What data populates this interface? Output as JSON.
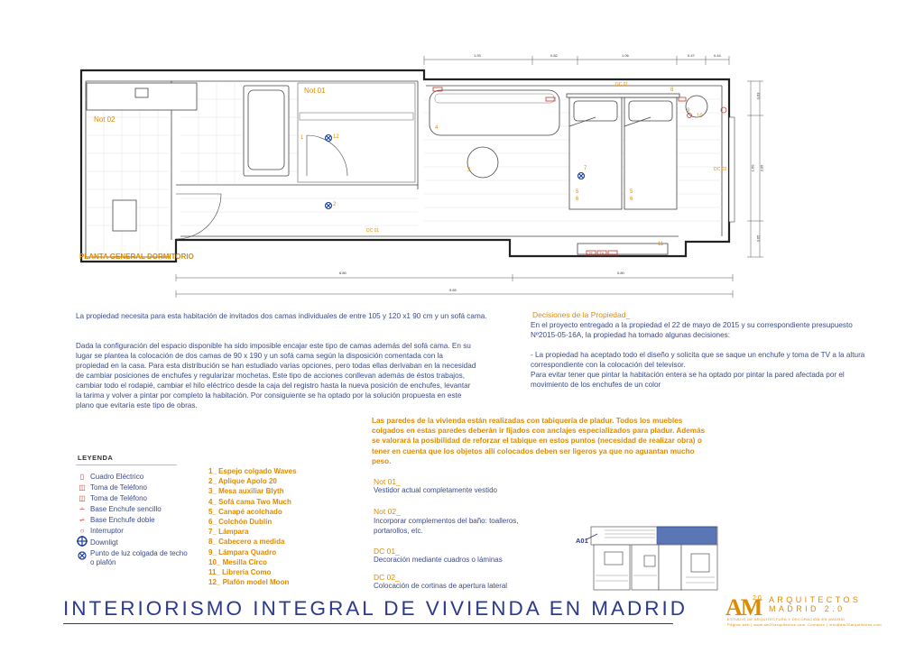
{
  "plan": {
    "title": "PLANTA GENERAL DORMITORIO",
    "labels": {
      "not02": "Not 02",
      "not01": "Not 01",
      "dc01_top": "DC 01",
      "dc01_bottom": "DC 01",
      "dc02": "DC 02"
    },
    "dims_top": [
      "1.93",
      "0.82",
      "1.06",
      "0.47",
      "0.44"
    ],
    "dims_bottom": [
      "6.80",
      "0.80"
    ],
    "dim_total": "9.65",
    "dims_right": [
      "0.63",
      "1.60",
      "3.05",
      "0.65"
    ],
    "markers": [
      "1",
      "2",
      "2",
      "3",
      "4",
      "5",
      "6",
      "7",
      "5",
      "6",
      "8",
      "9",
      "10",
      "11",
      "12"
    ],
    "tv_tf": [
      "TF",
      "TV"
    ]
  },
  "intro": {
    "p1": "La propiedad necesita para esta habitación de invitados dos camas individuales  de entre 105 y 120 x1 90 cm y un sofá cama.",
    "p2": "Dada la configuración del espacio disponible ha sido imposible encajar este tipo de camas además del sofá cama. En su lugar se plantea la colocación de dos camas de 90 x 190 y un sofá cama según la disposición comentada con la propiedad en la casa. Para esta distribución se han estudiado varias opciones, pero todas ellas derivaban en la necesidad de cambiar posiciones de enchufes y regularizar mochetas. Este tipo de acciones conllevan además de éstos trabajos, cambiar todo el rodapié, cambiar el hilo eléctrico desde la caja del registro hasta la nueva posición de enchufes, levantar la tarima y volver a pintar por completo la habitación. Por consiguiente se ha optado por la solución propuesta en este plano que evitaría este tipo de obras."
  },
  "decisions": {
    "title": "Decisiones de la Propiedad_",
    "p1": "En el proyecto entregado a la propiedad el 22 de mayo de 2015  y su correspondiente presupuesto Nº2015-05-16A, la propiedad ha tomado algunas decisiones:",
    "p2": "- La propiedad ha aceptado todo el diseño y solicita que se saque un enchufe y toma de TV a la altura correspondiente con la colocación del televisor.",
    "p3": "Para evitar tener que pintar la habitación entera se ha optado por pintar la pared afectada por el movimiento de los enchufes de un color"
  },
  "warning": "Las paredes de la vivienda están realizadas con tabiquería de pladur. Todos los muebles colgados en estas paredes deberán ir fijados con anclajes especializados para pladur. Además se valorará la posibilidad de reforzar el tabique en estos puntos (necesidad de realizar obra) o tener en cuenta que los objetos allí colocados deben ser ligeros ya que no aguantan mucho peso.",
  "legend": {
    "title": "LEYENDA",
    "items": [
      {
        "icon": "electrical-panel-icon",
        "label": "Cuadro Eléctrico"
      },
      {
        "icon": "phone-socket-icon",
        "label": "Toma de Teléfono"
      },
      {
        "icon": "phone-socket-icon",
        "label": "Toma de Teléfono"
      },
      {
        "icon": "single-socket-icon",
        "label": "Base Enchufe sencillo"
      },
      {
        "icon": "double-socket-icon",
        "label": "Base Enchufe doble"
      },
      {
        "icon": "switch-icon",
        "label": "Interruptor"
      },
      {
        "icon": "downlight-icon",
        "label": "Downligt"
      },
      {
        "icon": "ceiling-light-icon",
        "label": "Punto de luz colgada de techo o plafón"
      }
    ]
  },
  "furniture": [
    "1_ Espejo colgado Waves",
    "2_ Aplique Apolo 20",
    "3_ Mesa auxiliar Blyth",
    "4_ Sofá cama Two Much",
    "5_ Canapé acolchado",
    "6_ Colchón Dublín",
    "7_ Lámpara",
    "8_ Cabecero a medida",
    "9_ Lámpara Quadro",
    "10_ Mesilla Circo",
    "11_ Librería Como",
    "12_ Plafón model Moon"
  ],
  "notes": [
    {
      "head": "Not 01_",
      "text": "Vestidor actual completamente vestido"
    },
    {
      "head": "Not 02_",
      "text": "Incorporar complementos del baño: toalleros, portarollos, etc."
    },
    {
      "head": "DC 01_",
      "text": "Decoración mediante cuadros o láminas"
    },
    {
      "head": "DC 02_",
      "text": "Colocación de cortinas de apertura lateral"
    }
  ],
  "keyplan_label": "A01",
  "footer": {
    "title": "INTERIORISMO INTEGRAL DE VIVIENDA EN MADRID",
    "logo_mark": "AM",
    "logo_sup": "2.0",
    "logo_line1": "ARQUITECTOS",
    "logo_line2": "MADRID 2.0",
    "logo_sub": "ESTUDIO DE ARQUITECTURA Y DECORACIÓN EN MADRID",
    "logo_contact1": "Página web | www.am20arquitectos.com",
    "logo_contact2": "Contacto | info@am20arquitectos.com"
  },
  "colors": {
    "accent": "#e08a00",
    "text": "#3a4a8a",
    "title": "#2b3a8c",
    "marker": "#c0392b"
  }
}
